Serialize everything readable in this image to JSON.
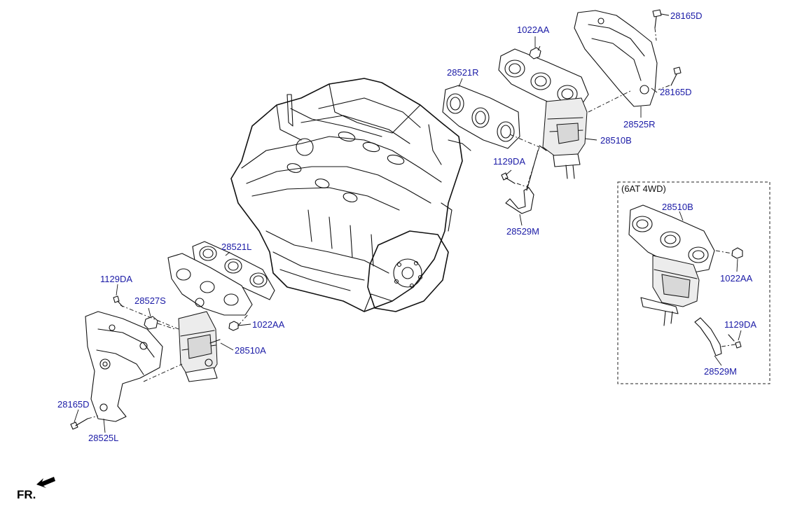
{
  "labels": {
    "p_28165D_top": "28165D",
    "p_1022AA_top": "1022AA",
    "p_28521R": "28521R",
    "p_28165D_right": "28165D",
    "p_28525R": "28525R",
    "p_28510B_main": "28510B",
    "p_1129DA_mid": "1129DA",
    "p_28529M_mid": "28529M",
    "p_28521L": "28521L",
    "p_1129DA_left": "1129DA",
    "p_28527S": "28527S",
    "p_1022AA_left": "1022AA",
    "p_28510A": "28510A",
    "p_28165D_left": "28165D",
    "p_28525L": "28525L",
    "p_28510B_inset": "28510B",
    "p_1022AA_inset": "1022AA",
    "p_1129DA_inset": "1129DA",
    "p_28529M_inset": "28529M"
  },
  "inset_note": "(6AT 4WD)",
  "direction_label": "FR."
}
